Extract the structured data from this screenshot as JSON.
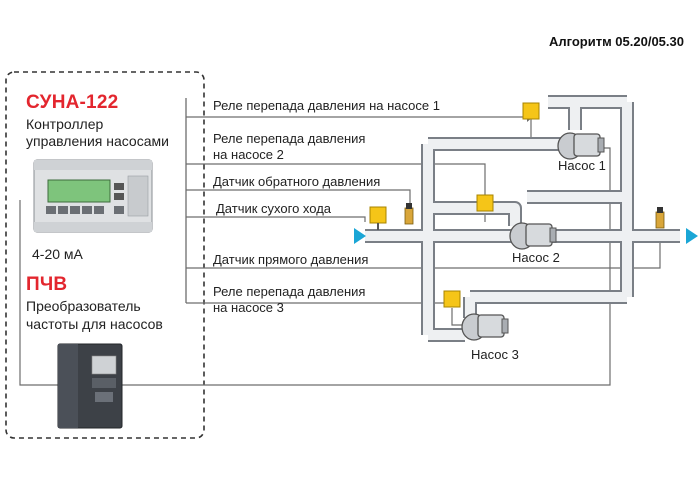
{
  "header": {
    "algorithm": "Алгоритм 05.20/05.30"
  },
  "controller": {
    "brand": "СУНА-122",
    "desc_line1": "Контроллер",
    "desc_line2": "управления насосами",
    "signal": "4-20 мА"
  },
  "converter": {
    "brand": "ПЧВ",
    "desc_line1": "Преобразователь",
    "desc_line2": "частоты для насосов"
  },
  "signals": {
    "relay1": "Реле перепада давления на насосе 1",
    "relay2_line1": "Реле перепада давления",
    "relay2_line2": "на насосе 2",
    "return_pressure": "Датчик обратного давления",
    "dry_run": "Датчик сухого хода",
    "forward_pressure": "Датчик прямого давления",
    "relay3_line1": "Реле перепада давления",
    "relay3_line2": "на насосе 3"
  },
  "pumps": {
    "pump1": "Насос 1",
    "pump2": "Насос 2",
    "pump3": "Насос 3"
  },
  "colors": {
    "brand": "#e3262e",
    "pipe_fill": "#eef0f2",
    "pipe_stroke": "#7a7f86",
    "sensor": "#f5c518",
    "flow": "#1aa6d6",
    "wire": "#6d6d6d"
  }
}
